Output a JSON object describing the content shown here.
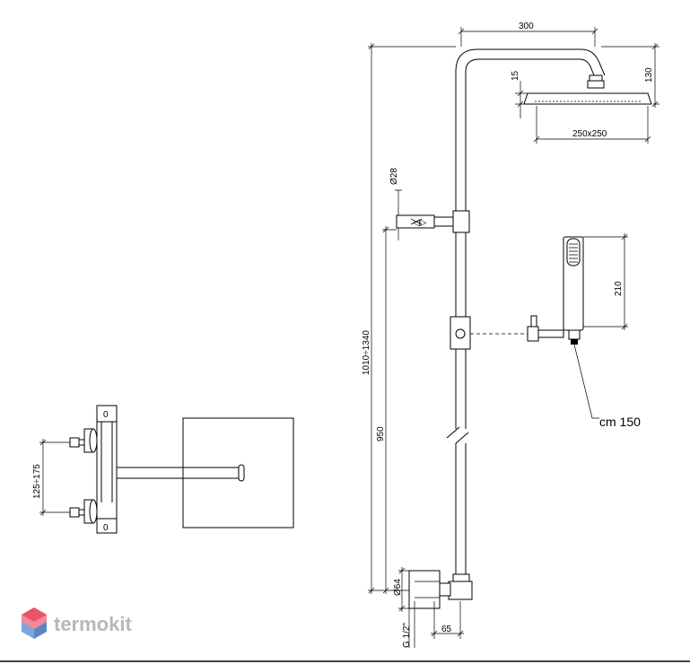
{
  "dimensions": {
    "arm_width": "300",
    "head_thickness": "15",
    "head_drop": "130",
    "head_size": "250x250",
    "clamp_diameter": "Ø28",
    "total_height": "1010÷1340",
    "lower_height": "950",
    "hand_shower_length": "210",
    "hose_length": "cm 150",
    "base_diameter": "Ø64",
    "inlet_thread": "G 1/2\"",
    "inlet_offset": "65",
    "valve_spacing": "125÷175",
    "mixer_top_label": "0",
    "mixer_bottom_label": "0"
  },
  "watermark": {
    "brand": "termokit",
    "logo_colors": [
      "#e8546a",
      "#f28a9a",
      "#7fa6d8",
      "#5b86c6"
    ]
  }
}
